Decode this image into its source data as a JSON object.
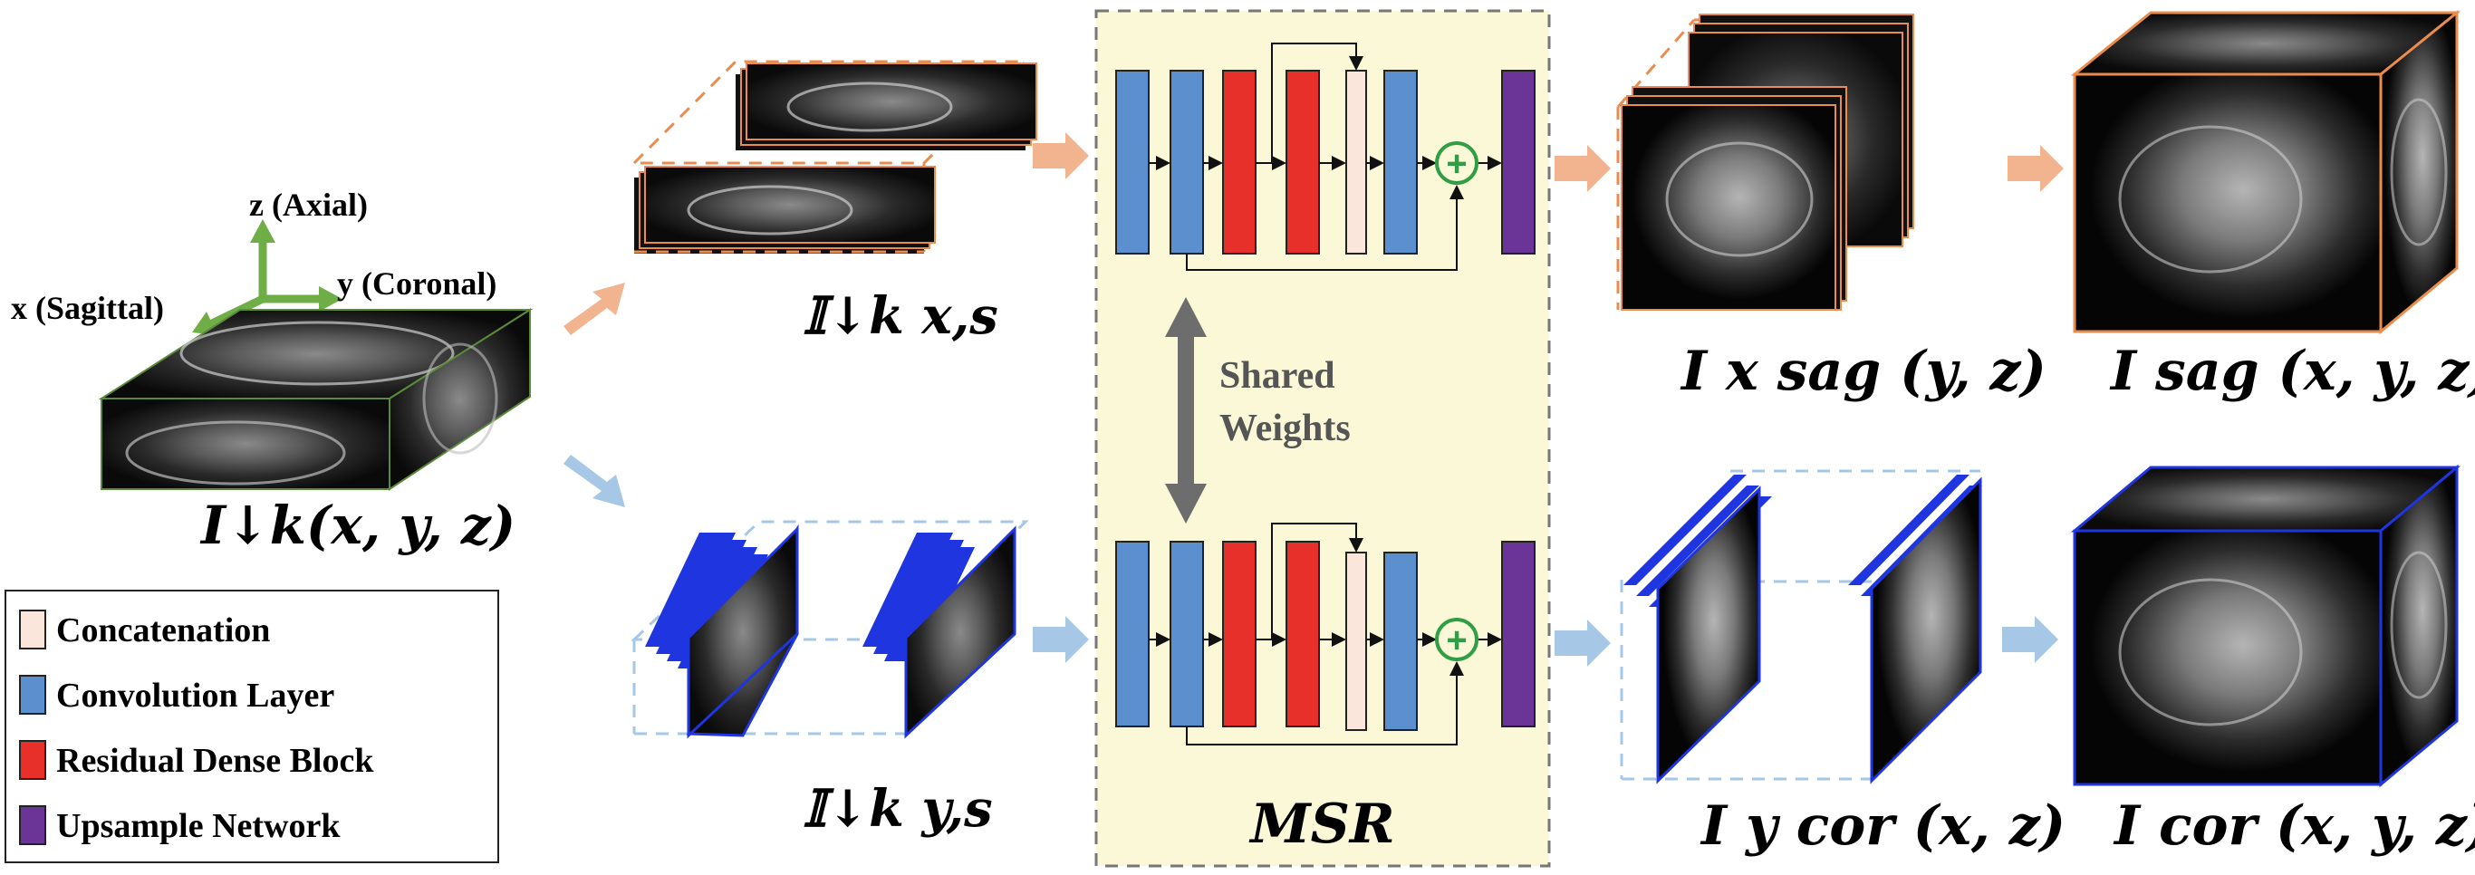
{
  "axes": {
    "z": "z (Axial)",
    "x": "x (Sagittal)",
    "y": "y (Coronal)"
  },
  "labels": {
    "input": "I↓k(x, y, z)",
    "stack_x": "𝕀↓k x,s",
    "stack_y": "𝕀↓k y,s",
    "sag_slice": "I x sag (y, z)",
    "cor_slice": "I y cor (x, z)",
    "sag_volume": "I sag (x, y, z)",
    "cor_volume": "I cor (x, y, z)"
  },
  "msr": {
    "title": "MSR",
    "shared_line1": "Shared",
    "shared_line2": "Weights",
    "plus": "+"
  },
  "legend": [
    {
      "label": "Concatenation",
      "color": "#fbe6dc"
    },
    {
      "label": "Convolution Layer",
      "color": "#5b8fce"
    },
    {
      "label": "Residual Dense Block",
      "color": "#e8302a"
    },
    {
      "label": "Upsample Network",
      "color": "#6a3596"
    }
  ],
  "colors": {
    "orange_arrow": "#f2b48f",
    "blue_arrow": "#a6c7e6",
    "msr_bg": "#fbf8d8",
    "orange_frame": "#e98c4e",
    "blue_frame": "#1f35e0",
    "green_axis": "#6fae46",
    "shared_arrow": "#6d6d6d"
  }
}
